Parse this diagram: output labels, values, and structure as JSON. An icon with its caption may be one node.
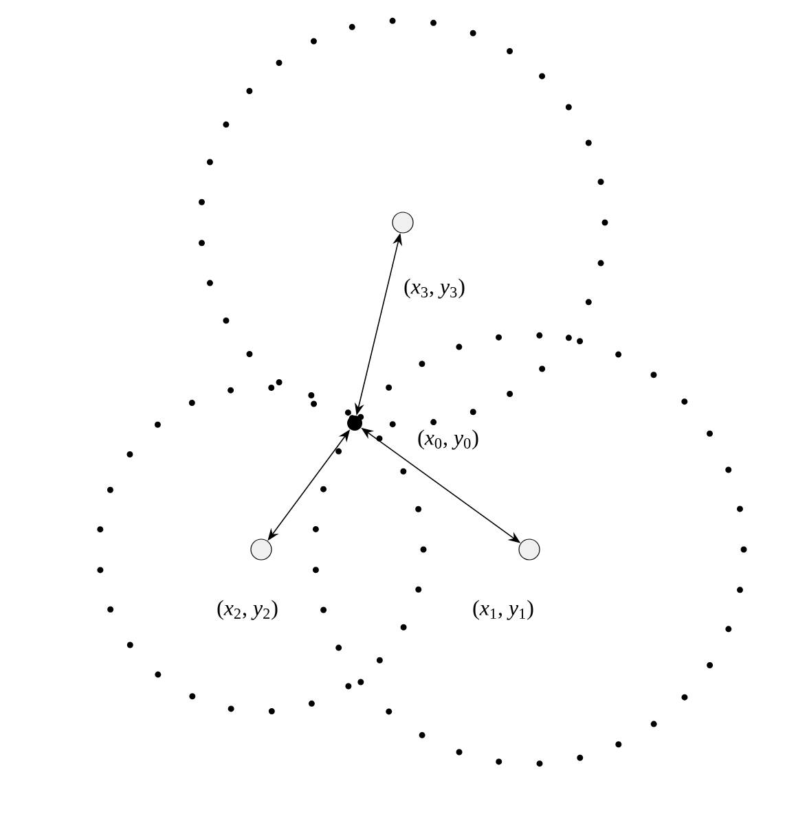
{
  "diagram": {
    "nodes": [
      {
        "text": [],
        "shape": "circle",
        "beside": [
          "(*x*$_{0}$, *y*$_{0}$)"
        ]
      },
      {
        "text": [],
        "shape": "circle",
        "beside": [
          "(*x*$_{1}$, *y*$_{1}$)"
        ]
      },
      {
        "text": [],
        "shape": "circle",
        "beside": [
          "(*x*$_{2}$, *y*$_{2}$)"
        ]
      },
      {
        "text": [],
        "shape": "circle",
        "beside": [
          "(*x*$_{3}$, *y*$_{3}$)"
        ]
      }
    ],
    "edges": [
      {
        "from": 0,
        "to": 1,
        "arrow": "both"
      },
      {
        "from": 0,
        "to": 2,
        "arrow": "both"
      },
      {
        "from": 0,
        "to": 3,
        "arrow": "both"
      }
    ]
  }
}
